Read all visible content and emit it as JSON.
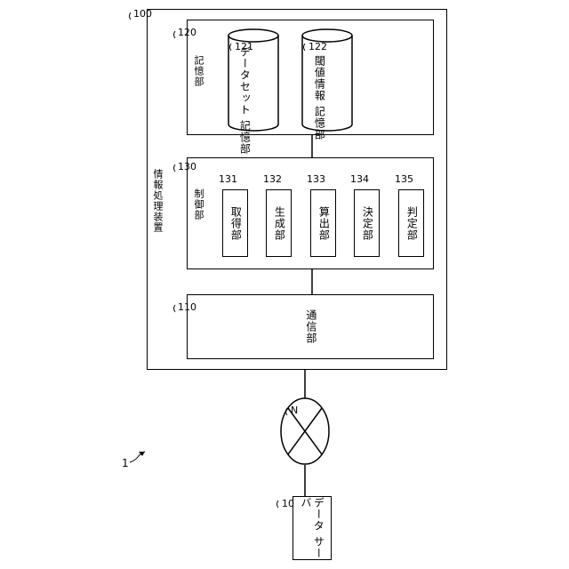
{
  "system_ref": "1",
  "apparatus": {
    "ref": "100",
    "title": "情報処理装置"
  },
  "storage": {
    "ref": "120",
    "title": "記憶部",
    "dataset_storage": {
      "ref": "121",
      "label": "データセット 記憶部"
    },
    "threshold_storage": {
      "ref": "122",
      "label": "閾値情報 記憶部"
    }
  },
  "control": {
    "ref": "130",
    "title": "制御部",
    "units": [
      {
        "ref": "131",
        "label": "取得部"
      },
      {
        "ref": "132",
        "label": "生成部"
      },
      {
        "ref": "133",
        "label": "算出部"
      },
      {
        "ref": "134",
        "label": "決定部"
      },
      {
        "ref": "135",
        "label": "判定部"
      }
    ]
  },
  "communication": {
    "ref": "110",
    "label": "通信部"
  },
  "network": {
    "ref": "N"
  },
  "data_server": {
    "ref": "10",
    "label": "データ サーバ"
  }
}
